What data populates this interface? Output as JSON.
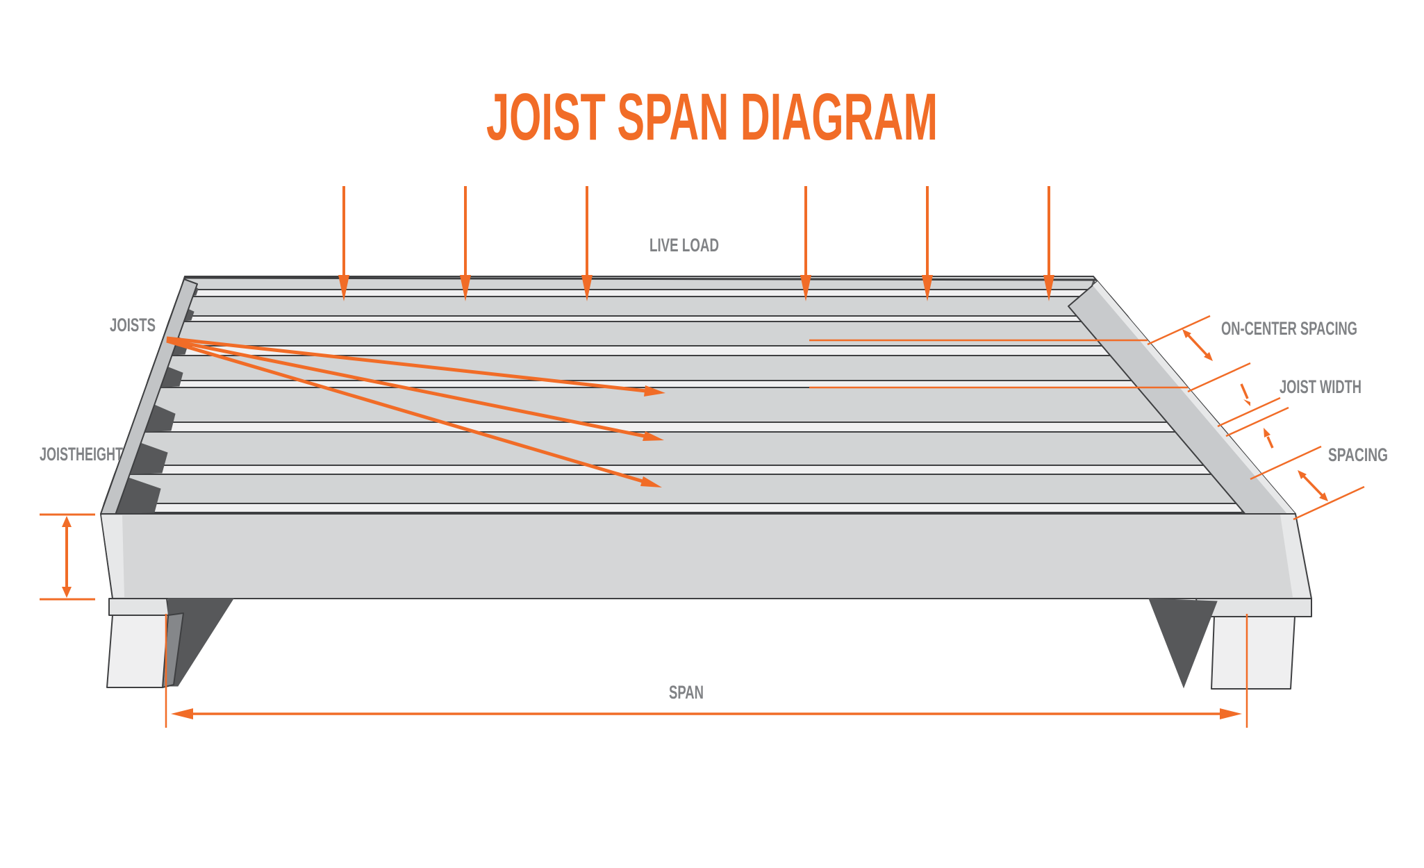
{
  "title": {
    "text": "JOIST SPAN DIAGRAM"
  },
  "labels": {
    "live_load": "LIVE LOAD",
    "joists": "JOISTS",
    "joist_height": "JOISTHEIGHT",
    "on_center_spacing": "ON-CENTER SPACING",
    "joist_width": "JOIST WIDTH",
    "spacing": "SPACING",
    "span": "SPAN"
  },
  "colors": {
    "accent": "#F16C27",
    "label": "#808285",
    "outline": "#3E3F41",
    "joist_top": "#D2D4D5",
    "joist_face": "#F0F0F1",
    "gap_dark": "#57585A",
    "rim_left": "#C2C4C6",
    "rim_right": "#C8CACC",
    "rim_front": "#D5D6D7",
    "rim_highlight": "#E7E8E9",
    "beam": "#E3E4E5",
    "post": "#EFEFF0",
    "post_side": "#85878A",
    "background": "#FFFFFF"
  },
  "diagram": {
    "type": "perspective-deck-frame",
    "joist_count": 7,
    "live_load_arrow_count": 6,
    "joist_pointer_arrow_count": 3
  }
}
